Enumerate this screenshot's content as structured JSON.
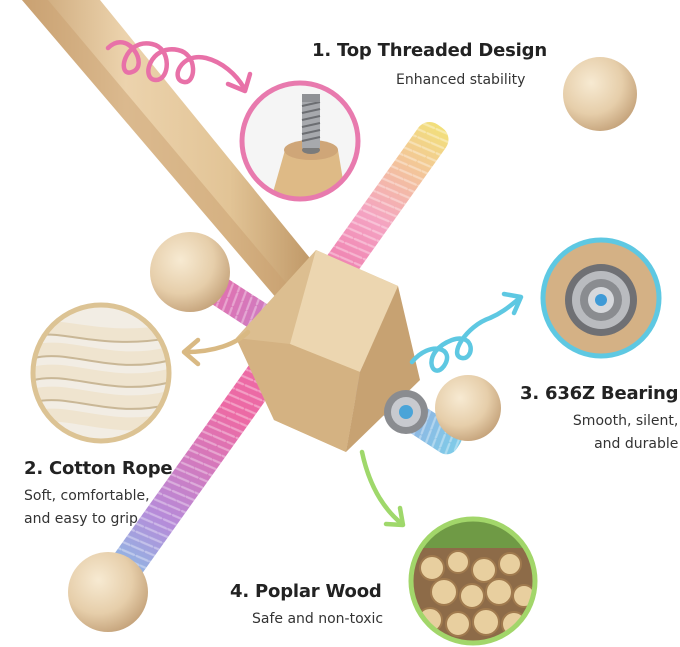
{
  "features": [
    {
      "title": "1. Top Threaded Design",
      "description": [
        "Enhanced stability"
      ],
      "ring_color": "#e87aae"
    },
    {
      "title": "2. Cotton Rope",
      "description": [
        "Soft, comfortable,",
        "and easy to grip"
      ],
      "ring_color": "#dcc394"
    },
    {
      "title": "3. 636Z Bearing",
      "description": [
        "Smooth, silent,",
        "and durable"
      ],
      "ring_color": "#5ec8e2"
    },
    {
      "title": "4. Poplar Wood",
      "description": [
        "Safe and non-toxic"
      ],
      "ring_color": "#a2d66a"
    }
  ],
  "colors": {
    "wood": "#e4c9a0",
    "wood_dark": "#c8a474",
    "rope_pink": "#ec6aa5",
    "rope_purple": "#b68bd9",
    "rope_blue": "#7ecbe8",
    "rope_yellow": "#f2e07a",
    "rope_green": "#a8dcb0",
    "arrow_pink": "#e871a8",
    "arrow_tan": "#d9b983",
    "arrow_blue": "#5ec8e2",
    "arrow_green": "#9fd86b"
  }
}
